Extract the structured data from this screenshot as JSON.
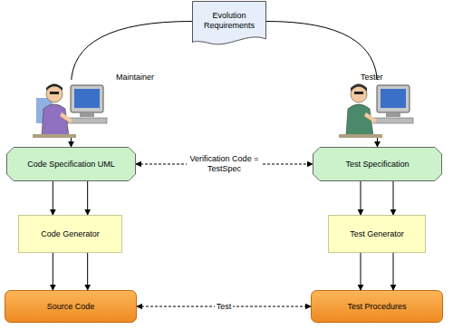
{
  "diagram": {
    "nodes": [
      {
        "text": [
          "Evolution Requirements"
        ]
      },
      {
        "text": [
          "Code Specification UML"
        ]
      },
      {
        "text": [
          "Test Specification"
        ]
      },
      {
        "text": [
          "Code Generator"
        ]
      },
      {
        "text": [
          "Test Generator"
        ]
      },
      {
        "text": [
          "Source Code"
        ]
      },
      {
        "text": [
          "Test Procedures"
        ]
      }
    ],
    "edges": [
      {
        "from": 0,
        "to": 1,
        "arrow": "to"
      },
      {
        "from": 0,
        "to": 2,
        "arrow": "to"
      },
      {
        "from": 1,
        "to": 2,
        "label": "Verification Code = TestSpec",
        "arrow": "both"
      },
      {
        "from": 1,
        "to": 3,
        "arrow": "to"
      },
      {
        "from": 1,
        "to": 3,
        "arrow": "to"
      },
      {
        "from": 2,
        "to": 4,
        "arrow": "to"
      },
      {
        "from": 2,
        "to": 4,
        "arrow": "to"
      },
      {
        "from": 3,
        "to": 5,
        "arrow": "to"
      },
      {
        "from": 3,
        "to": 5,
        "arrow": "to"
      },
      {
        "from": 4,
        "to": 6,
        "arrow": "to"
      },
      {
        "from": 4,
        "to": 6,
        "arrow": "to"
      },
      {
        "from": 5,
        "to": 6,
        "label": "Test",
        "arrow": "both"
      }
    ],
    "labels": [
      "Maintainer",
      "Tester"
    ]
  }
}
